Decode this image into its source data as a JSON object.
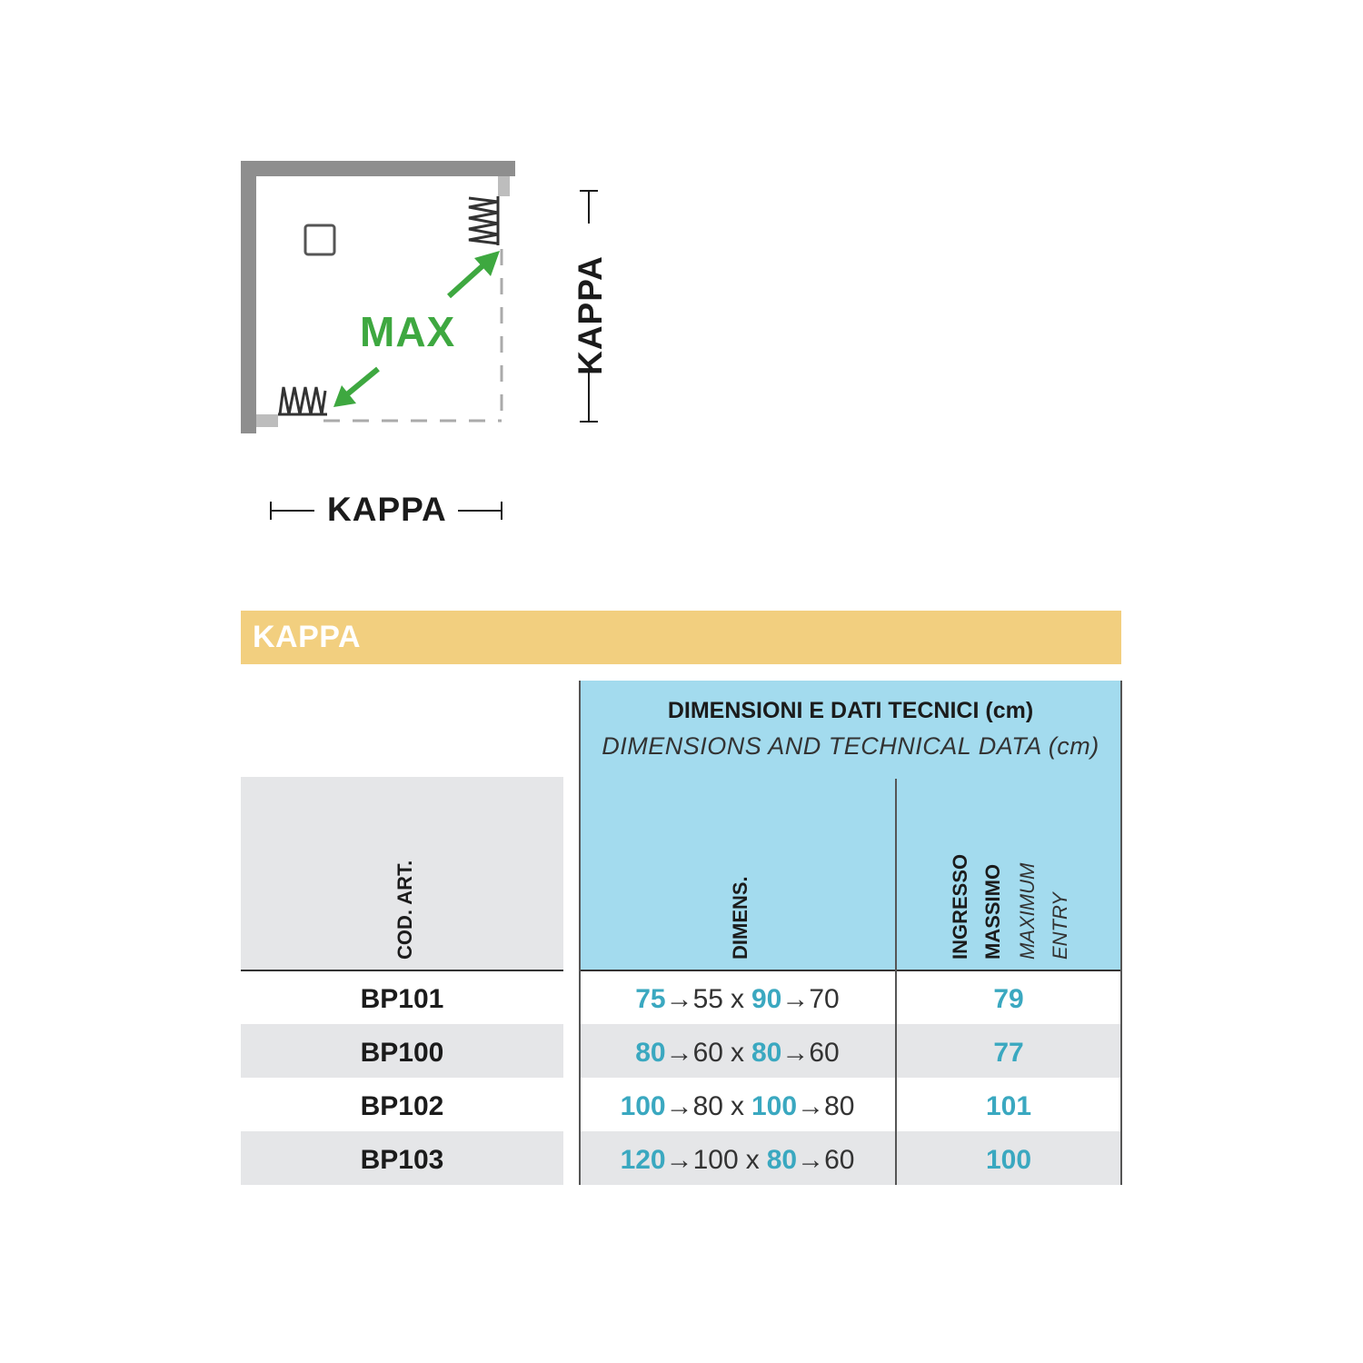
{
  "diagram": {
    "max_label": "MAX",
    "width_label": "KAPPA",
    "height_label": "KAPPA",
    "icons": [
      "shower-drain-icon",
      "spring-hinge-icon",
      "double-arrow-icon"
    ],
    "colors": {
      "arrow": "#3ea840",
      "wall": "#8e8e8e"
    }
  },
  "title": "KAPPA",
  "table": {
    "group_header": {
      "title": "DIMENSIONI E DATI TECNICI (cm)",
      "subtitle": "DIMENSIONS AND TECHNICAL DATA (cm)"
    },
    "col_code": "COD. ART.",
    "col_dim": "DIMENS.",
    "col_entry": {
      "line1": "INGRESSO",
      "line2": "MASSIMO",
      "line3": "MAXIMUM",
      "line4": "ENTRY"
    },
    "arrow_glyph": "→",
    "times_glyph": "x",
    "rows": [
      {
        "code": "BP101",
        "w_max": "75",
        "w_min": "55",
        "h_max": "90",
        "h_min": "70",
        "entry": "79"
      },
      {
        "code": "BP100",
        "w_max": "80",
        "w_min": "60",
        "h_max": "80",
        "h_min": "60",
        "entry": "77"
      },
      {
        "code": "BP102",
        "w_max": "100",
        "w_min": "80",
        "h_max": "100",
        "h_min": "80",
        "entry": "101"
      },
      {
        "code": "BP103",
        "w_max": "120",
        "w_min": "100",
        "h_max": "80",
        "h_min": "60",
        "entry": "100"
      }
    ],
    "colors": {
      "accent": "#3aa8c0",
      "header_blue": "#a3dbee",
      "header_grey": "#e5e6e8",
      "bar": "#f2cf7f"
    }
  }
}
